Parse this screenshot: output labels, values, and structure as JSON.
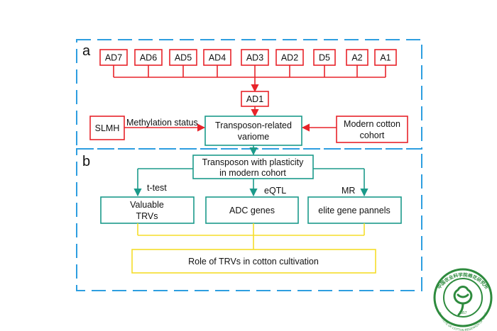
{
  "panels": {
    "a": "a",
    "b": "b"
  },
  "genomes": [
    "AD7",
    "AD6",
    "AD5",
    "AD4",
    "AD3",
    "AD2",
    "D5",
    "A2",
    "A1"
  ],
  "ad1": "AD1",
  "slmh": "SLMH",
  "methylation_status": "Methylation status",
  "variome": {
    "line1": "Transposon-related",
    "line2": "variome"
  },
  "modern_cohort": {
    "line1": "Modern cotton",
    "line2": "cohort"
  },
  "plasticity": {
    "line1": "Transposon with plasticity",
    "line2": "in modern cohort"
  },
  "methods": {
    "ttest": "t-test",
    "eqtl": "eQTL",
    "mr": "MR"
  },
  "outputs": {
    "valuable": {
      "line1": "Valuable",
      "line2": "TRVs"
    },
    "adc": "ADC genes",
    "elite": "elite gene pannels"
  },
  "role": "Role of TRVs in cotton cultivation",
  "logo": {
    "text_top": "中国农业科学院棉花研究所",
    "text_bottom": "INSTITUTE OF COTTON RESEARCH OF CAAS",
    "year": "1957"
  },
  "colors": {
    "red": "#e8232a",
    "teal": "#1b9a8a",
    "yellow": "#f5dd2a",
    "blue": "#2e9ee0",
    "green": "#2e8b3e"
  }
}
